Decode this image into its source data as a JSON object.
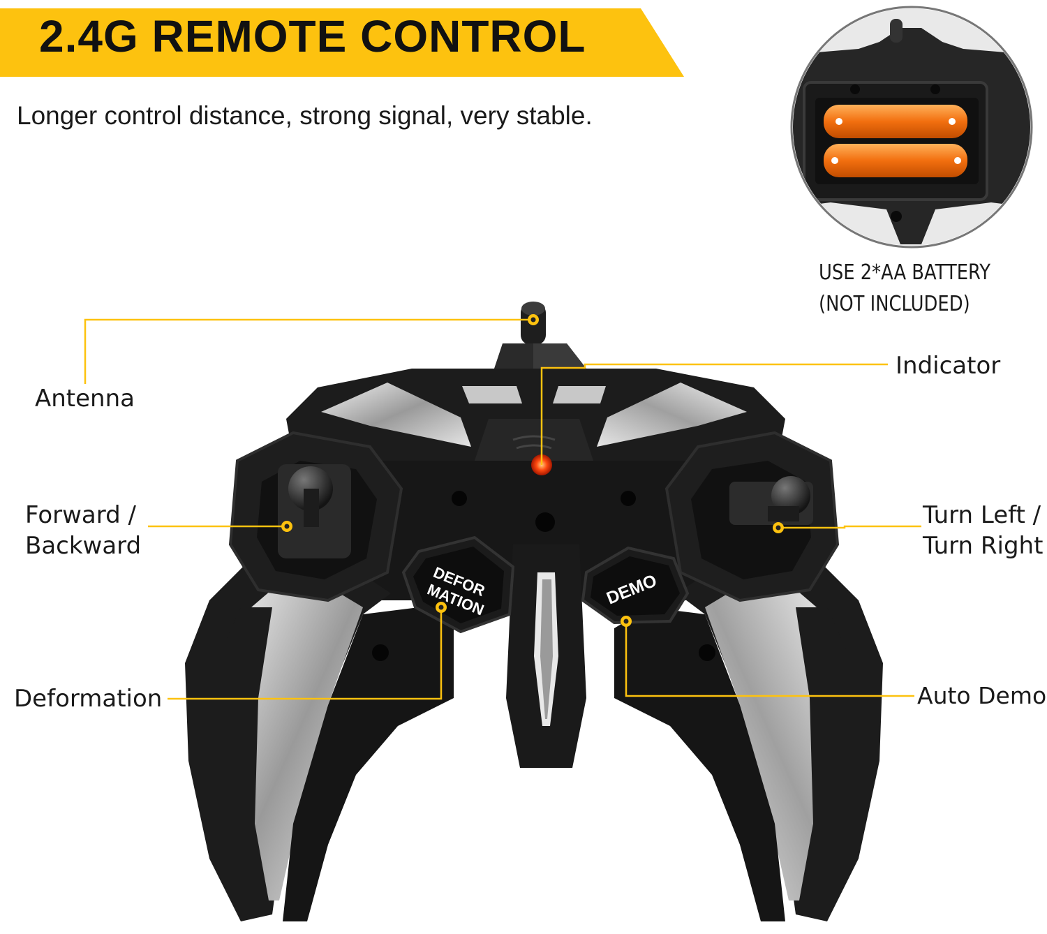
{
  "header": {
    "title": "2.4G REMOTE CONTROL",
    "subtitle": "Longer control distance, strong signal, very stable."
  },
  "battery": {
    "line1": "USE 2*AA BATTERY",
    "line2": "(NOT INCLUDED)"
  },
  "controller": {
    "button_deformation_line1": "DEFOR",
    "button_deformation_line2": "MATION",
    "button_demo": "DEMO"
  },
  "callouts": {
    "antenna": "Antenna",
    "indicator": "Indicator",
    "forward_line1": "Forward /",
    "forward_line2": "Backward",
    "turn_line1": "Turn Left /",
    "turn_line2": "Turn Right",
    "deformation": "Deformation",
    "auto_demo": "Auto Demo"
  },
  "colors": {
    "accent": "#fdc20f",
    "body": "#1c1c1c",
    "chrome": "#d8d8d8",
    "battery": "#f27a1a"
  }
}
